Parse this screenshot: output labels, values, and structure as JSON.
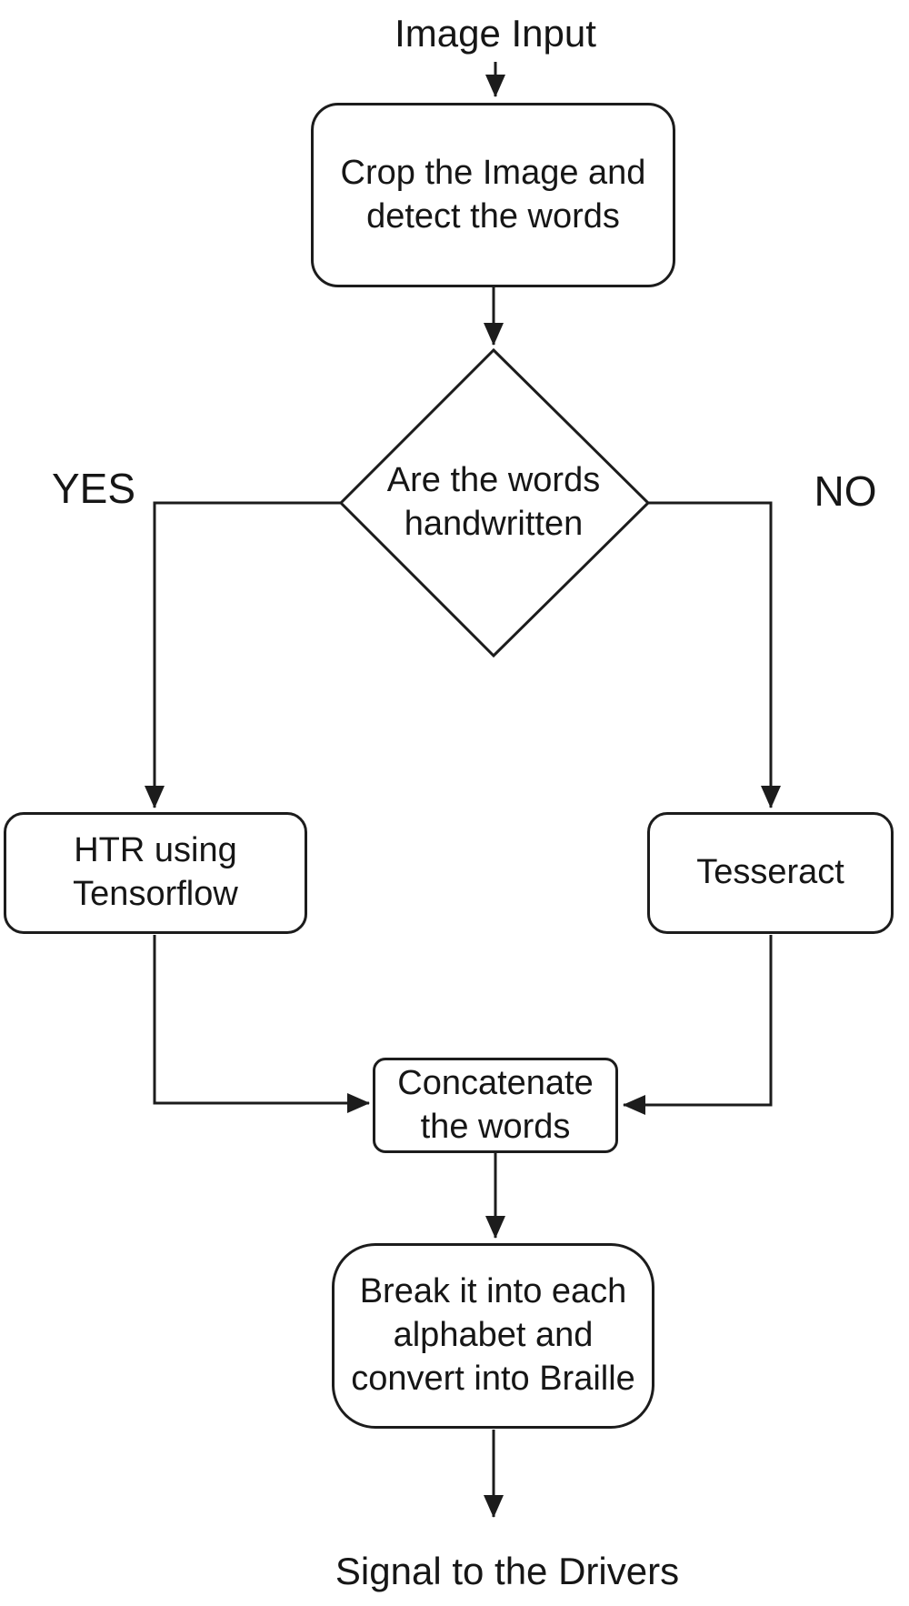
{
  "diagram": {
    "type": "flowchart",
    "colors": {
      "background": "#ffffff",
      "stroke": "#1c1c1c",
      "text": "#161616"
    },
    "labels": {
      "image_input": "Image Input",
      "yes": "YES",
      "no": "NO",
      "signal": "Signal to the Drivers"
    },
    "nodes": {
      "crop": {
        "shape": "rounded-rectangle",
        "lines": [
          "Crop the Image and",
          "detect the words"
        ]
      },
      "decision": {
        "shape": "diamond",
        "lines": [
          "Are the words",
          "handwritten"
        ]
      },
      "htr": {
        "shape": "rounded-rectangle",
        "lines": [
          "HTR using",
          "Tensorflow"
        ]
      },
      "tesseract": {
        "shape": "rounded-rectangle",
        "lines": [
          "Tesseract"
        ]
      },
      "concatenate": {
        "shape": "rounded-rectangle",
        "lines": [
          "Concatenate",
          "the words"
        ]
      },
      "braille": {
        "shape": "rounded-rectangle",
        "lines": [
          "Break it into each",
          "alphabet and",
          "convert into Braille"
        ]
      }
    },
    "edges": [
      {
        "from": "image_input_label",
        "to": "crop"
      },
      {
        "from": "crop",
        "to": "decision"
      },
      {
        "from": "decision",
        "to": "htr",
        "label": "YES"
      },
      {
        "from": "decision",
        "to": "tesseract",
        "label": "NO"
      },
      {
        "from": "htr",
        "to": "concatenate"
      },
      {
        "from": "tesseract",
        "to": "concatenate"
      },
      {
        "from": "concatenate",
        "to": "braille"
      },
      {
        "from": "braille",
        "to": "signal_label"
      }
    ]
  }
}
